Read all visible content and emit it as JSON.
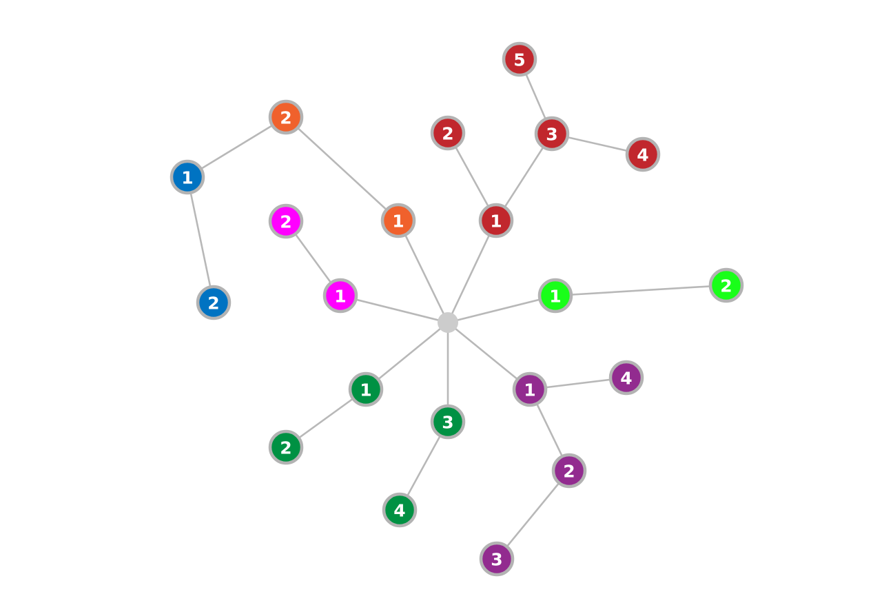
{
  "colors": {
    "blue": "#0073c2",
    "orange": "#f0612c",
    "magenta": "#ff00ff",
    "red": "#c1272d",
    "green": "#19ff19",
    "dark_green": "#009143",
    "purple": "#922b8f",
    "root": "#cccccc",
    "edge": "#b8b8b8",
    "ring": "#b3b3b3"
  },
  "nodes": [
    {
      "id": "root",
      "label": "",
      "color": "root"
    },
    {
      "id": "blue-1",
      "label": "1",
      "color": "blue"
    },
    {
      "id": "blue-2",
      "label": "2",
      "color": "blue"
    },
    {
      "id": "orange-1",
      "label": "1",
      "color": "orange"
    },
    {
      "id": "orange-2",
      "label": "2",
      "color": "orange"
    },
    {
      "id": "magenta-1",
      "label": "1",
      "color": "magenta"
    },
    {
      "id": "magenta-2",
      "label": "2",
      "color": "magenta"
    },
    {
      "id": "red-1",
      "label": "1",
      "color": "red"
    },
    {
      "id": "red-2",
      "label": "2",
      "color": "red"
    },
    {
      "id": "red-3",
      "label": "3",
      "color": "red"
    },
    {
      "id": "red-4",
      "label": "4",
      "color": "red"
    },
    {
      "id": "red-5",
      "label": "5",
      "color": "red"
    },
    {
      "id": "green-1",
      "label": "1",
      "color": "green"
    },
    {
      "id": "green-2",
      "label": "2",
      "color": "green"
    },
    {
      "id": "dark-green-1",
      "label": "1",
      "color": "dark_green"
    },
    {
      "id": "dark-green-2",
      "label": "2",
      "color": "dark_green"
    },
    {
      "id": "dark-green-3",
      "label": "3",
      "color": "dark_green"
    },
    {
      "id": "dark-green-4",
      "label": "4",
      "color": "dark_green"
    },
    {
      "id": "purple-1",
      "label": "1",
      "color": "purple"
    },
    {
      "id": "purple-2",
      "label": "2",
      "color": "purple"
    },
    {
      "id": "purple-3",
      "label": "3",
      "color": "purple"
    },
    {
      "id": "purple-4",
      "label": "4",
      "color": "purple"
    }
  ],
  "edges": [
    [
      "root",
      "orange-1"
    ],
    [
      "orange-1",
      "orange-2"
    ],
    [
      "orange-2",
      "blue-1"
    ],
    [
      "blue-1",
      "blue-2"
    ],
    [
      "root",
      "magenta-1"
    ],
    [
      "magenta-1",
      "magenta-2"
    ],
    [
      "root",
      "red-1"
    ],
    [
      "red-1",
      "red-2"
    ],
    [
      "red-1",
      "red-3"
    ],
    [
      "red-3",
      "red-5"
    ],
    [
      "red-3",
      "red-4"
    ],
    [
      "root",
      "green-1"
    ],
    [
      "green-1",
      "green-2"
    ],
    [
      "root",
      "dark-green-1"
    ],
    [
      "dark-green-1",
      "dark-green-2"
    ],
    [
      "root",
      "dark-green-3"
    ],
    [
      "dark-green-3",
      "dark-green-4"
    ],
    [
      "root",
      "purple-1"
    ],
    [
      "purple-1",
      "purple-4"
    ],
    [
      "purple-1",
      "purple-2"
    ],
    [
      "purple-2",
      "purple-3"
    ]
  ]
}
